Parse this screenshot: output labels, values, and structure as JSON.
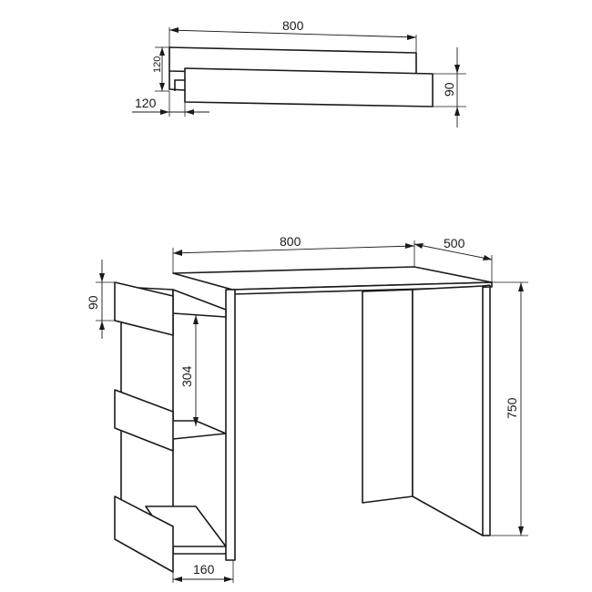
{
  "shelf_view": {
    "dimensions": {
      "width": "800",
      "height": "120",
      "depth": "120",
      "front_height": "90"
    }
  },
  "desk_view": {
    "dimensions": {
      "width": "800",
      "depth": "500",
      "height": "750",
      "shelf_front": "90",
      "shelf_spacing": "304",
      "shelf_depth": "160"
    }
  },
  "colors": {
    "line": "#1a1a1a",
    "background": "#ffffff"
  }
}
